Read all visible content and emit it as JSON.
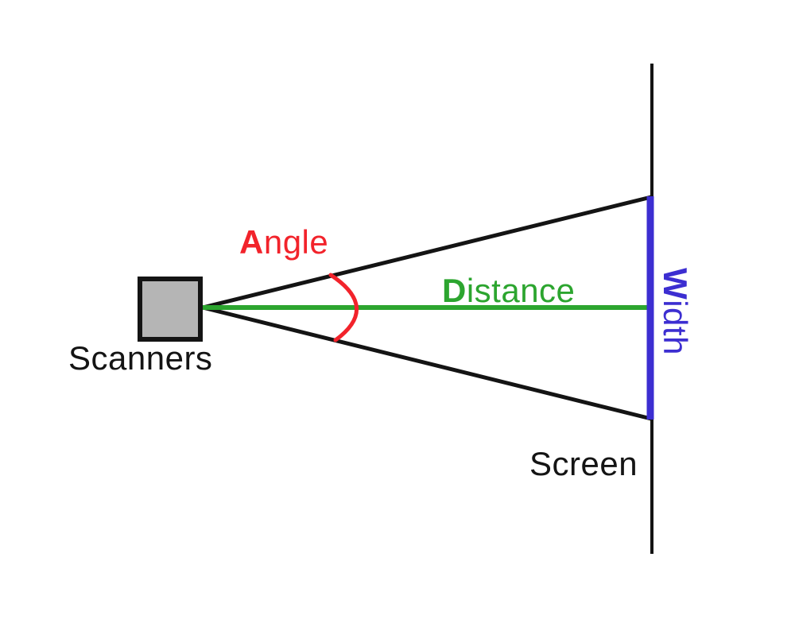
{
  "diagram": {
    "labels": {
      "angle": "Angle",
      "distance": "Distance",
      "width": "Width",
      "scanners": "Scanners",
      "screen": "Screen"
    },
    "colors": {
      "angle_red": "#F2232B",
      "distance_green": "#2CA52F",
      "width_blue": "#3C2ED1",
      "line_black": "#141414",
      "scanner_fill": "#B5B5B5",
      "background": "#FFFFFF"
    }
  }
}
